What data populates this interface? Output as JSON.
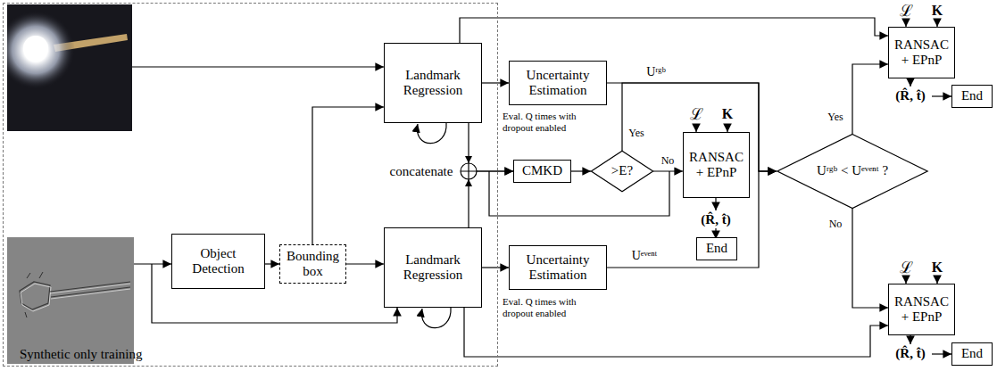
{
  "diagram": {
    "nodes": [
      {
        "text": [
          "Synthetic only training"
        ]
      },
      {
        "text": [
          "Landmark Regression"
        ],
        "in": 0
      },
      {
        "text": [
          "Object Detection"
        ],
        "in": 0
      },
      {
        "text": [
          "Bounding box"
        ],
        "in": 0
      },
      {
        "text": [
          "Landmark Regression"
        ],
        "in": 0
      },
      {
        "text": [
          "Uncertainty Estimation"
        ]
      },
      {
        "text": [
          "CMKD"
        ]
      },
      {
        "text": [
          ">E?"
        ]
      },
      {
        "text": [
          "RANSAC + EPnP"
        ]
      },
      {
        "text": [
          "End"
        ]
      },
      {
        "text": [
          "Uncertainty Estimation"
        ]
      },
      {
        "text": [
          "RANSAC + EPnP"
        ]
      },
      {
        "text": [
          "End"
        ]
      },
      {
        "text": [
          "Uʳᵍᵇ < Uᵉᵛᵉⁿᵗ ?"
        ]
      },
      {
        "text": [
          "RANSAC + EPnP"
        ]
      },
      {
        "text": [
          "End"
        ]
      }
    ],
    "edges": [
      {
        "from": 2,
        "to": 3,
        "arrow": "to"
      },
      {
        "from": 3,
        "to": 1,
        "arrow": "to"
      },
      {
        "from": 3,
        "to": 4,
        "arrow": "to"
      },
      {
        "from": 1,
        "to": 5,
        "arrow": "to"
      },
      {
        "from": 1,
        "to": 11,
        "arrow": "to"
      },
      {
        "from": 1,
        "to": 6,
        "arrow": "to"
      },
      {
        "from": 4,
        "to": 6,
        "arrow": "to"
      },
      {
        "from": 4,
        "to": 10,
        "arrow": "to"
      },
      {
        "from": 4,
        "to": 14,
        "arrow": "to"
      },
      {
        "from": 6,
        "to": 7,
        "arrow": "to"
      },
      {
        "from": 7,
        "to": 8,
        "label": "No",
        "arrow": "to"
      },
      {
        "from": 7,
        "to": 13,
        "label": "Yes",
        "arrow": "to"
      },
      {
        "from": 5,
        "to": 13,
        "label": "Uʳᵍᵇ",
        "arrow": "to"
      },
      {
        "from": 10,
        "to": 13,
        "label": "Uᵉᵛᵉⁿᵗ",
        "arrow": "to"
      },
      {
        "from": 13,
        "to": 11,
        "label": "Yes",
        "arrow": "to"
      },
      {
        "from": 13,
        "to": 14,
        "label": "No",
        "arrow": "to"
      }
    ],
    "labels": [
      "ℒ",
      "K",
      "(R̂, t̂)",
      "Eval. Q times with dropout enabled",
      "ℒ",
      "K",
      "concatenate",
      "(R̂, t̂)",
      "Eval. Q times with dropout enabled",
      "ℒ",
      "K",
      "(R̂, t̂)"
    ]
  }
}
